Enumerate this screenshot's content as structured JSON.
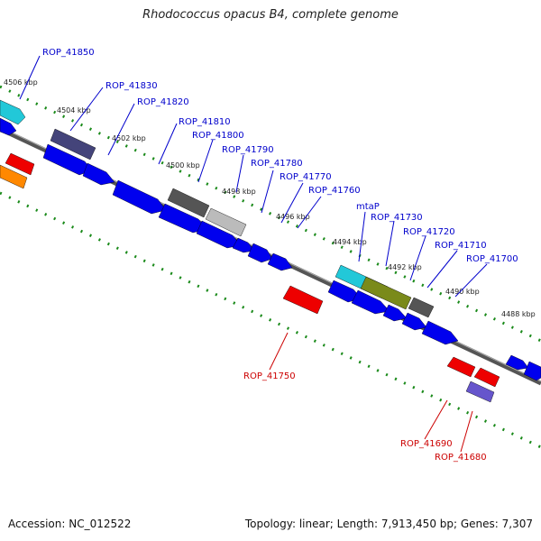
{
  "title": "Rhodococcus opacus B4, complete genome",
  "accession": "Accession: NC_012522",
  "summary": "Topology: linear; Length: 7,913,450 bp; Genes: 7,307",
  "colors": {
    "forward_label": "#0000cc",
    "reverse_label": "#cc0000",
    "backbone": "#777777",
    "ruler_tick": "#1a8a1a"
  },
  "ticks": [
    "4506 kbp",
    "4504 kbp",
    "4502 kbp",
    "4500 kbp",
    "4498 kbp",
    "4496 kbp",
    "4494 kbp",
    "4492 kbp",
    "4490 kbp",
    "4488 kbp"
  ],
  "forward_genes": [
    "ROP_41850",
    "ROP_41830",
    "ROP_41820",
    "ROP_41810",
    "ROP_41800",
    "ROP_41790",
    "ROP_41780",
    "ROP_41770",
    "ROP_41760",
    "mtaP",
    "ROP_41730",
    "ROP_41720",
    "ROP_41710",
    "ROP_41700"
  ],
  "reverse_genes": [
    "ROP_41750",
    "ROP_41690",
    "ROP_41680"
  ]
}
